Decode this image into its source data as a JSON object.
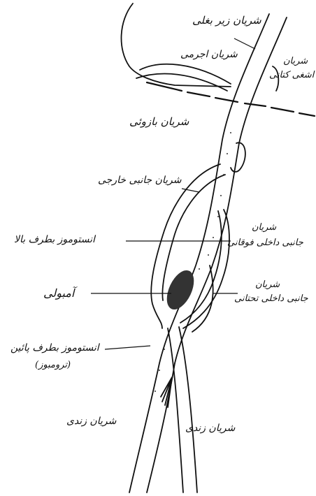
{
  "diagram": {
    "labels": {
      "subclavian_artery": "شریان زیر بغلی",
      "circumflex_artery": "شریان اجرمی",
      "thoracic_artery": "شریان",
      "thoracic_artery_2": "اشغی کتانی",
      "brachial_artery": "شریان بازوئی",
      "external_collateral_artery": "شریان جانبی خارجی",
      "anastomosis_upper": "انستوموز بطرف بالا",
      "sup_int_collateral_artery": "شریان",
      "sup_int_collateral_artery_2": "جانبی داخلی فوقانی",
      "embolism": "آمبولی",
      "inf_int_collateral_artery": "شریان",
      "inf_int_collateral_artery_2": "جانبی داخلی تحتانی",
      "anastomosis_lower": "انستوموز بطرف پائین",
      "anastomosis_lower_2": "(ترومبوز)",
      "radial_artery": "شریان زندی",
      "ulnar_artery": "شریان زندی"
    },
    "ink_color": "#111111"
  }
}
